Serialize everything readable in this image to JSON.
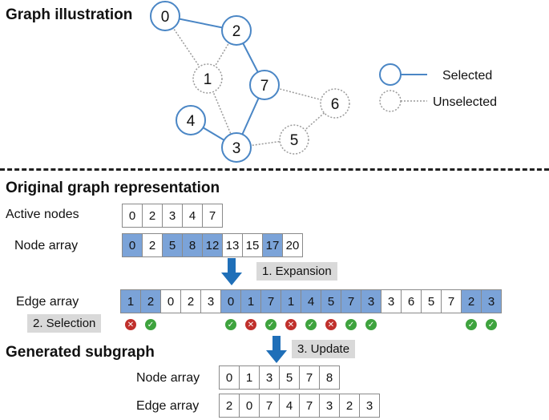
{
  "graph": {
    "title": "Graph illustration",
    "nodes": [
      {
        "id": "0",
        "selected": true
      },
      {
        "id": "2",
        "selected": true
      },
      {
        "id": "1",
        "selected": false
      },
      {
        "id": "7",
        "selected": true
      },
      {
        "id": "6",
        "selected": false
      },
      {
        "id": "4",
        "selected": true
      },
      {
        "id": "3",
        "selected": true
      },
      {
        "id": "5",
        "selected": false
      }
    ],
    "edges": [
      {
        "from": "0",
        "to": "2",
        "selected": true
      },
      {
        "from": "2",
        "to": "7",
        "selected": true
      },
      {
        "from": "7",
        "to": "3",
        "selected": true
      },
      {
        "from": "4",
        "to": "3",
        "selected": true
      },
      {
        "from": "0",
        "to": "1",
        "selected": false
      },
      {
        "from": "2",
        "to": "1",
        "selected": false
      },
      {
        "from": "1",
        "to": "3",
        "selected": false
      },
      {
        "from": "7",
        "to": "6",
        "selected": false
      },
      {
        "from": "3",
        "to": "5",
        "selected": false
      },
      {
        "from": "5",
        "to": "6",
        "selected": false
      }
    ],
    "legend": {
      "selected": "Selected",
      "unselected": "Unselected"
    },
    "colors": {
      "selected": "#4a86c5",
      "unselected": "#9a9a9a",
      "fill": "#7ba3d8"
    }
  },
  "original": {
    "title": "Original graph representation",
    "active_nodes": {
      "label": "Active nodes",
      "values": [
        "0",
        "2",
        "3",
        "4",
        "7"
      ]
    },
    "node_array": {
      "label": "Node array",
      "values": [
        "0",
        "2",
        "5",
        "8",
        "12",
        "13",
        "15",
        "17",
        "20"
      ],
      "selected": [
        true,
        false,
        true,
        true,
        true,
        false,
        false,
        true,
        false
      ]
    },
    "expansion": "1. Expansion",
    "edge_array": {
      "label": "Edge array",
      "values": [
        "1",
        "2",
        "0",
        "2",
        "3",
        "0",
        "1",
        "7",
        "1",
        "4",
        "5",
        "7",
        "3",
        "3",
        "6",
        "5",
        "7",
        "2",
        "3"
      ],
      "selected": [
        true,
        true,
        false,
        false,
        false,
        true,
        true,
        true,
        true,
        true,
        true,
        true,
        true,
        false,
        false,
        false,
        false,
        true,
        true
      ],
      "checks": [
        "bad",
        "ok",
        "",
        "",
        "",
        "ok",
        "bad",
        "ok",
        "bad",
        "ok",
        "bad",
        "ok",
        "ok",
        "",
        "",
        "",
        "",
        "ok",
        "ok"
      ]
    },
    "selection": "2. Selection"
  },
  "generated": {
    "title": "Generated subgraph",
    "update": "3. Update",
    "node_array": {
      "label": "Node array",
      "values": [
        "0",
        "1",
        "3",
        "5",
        "7",
        "8"
      ]
    },
    "edge_array": {
      "label": "Edge array",
      "values": [
        "2",
        "0",
        "7",
        "4",
        "7",
        "3",
        "2",
        "3"
      ]
    }
  }
}
